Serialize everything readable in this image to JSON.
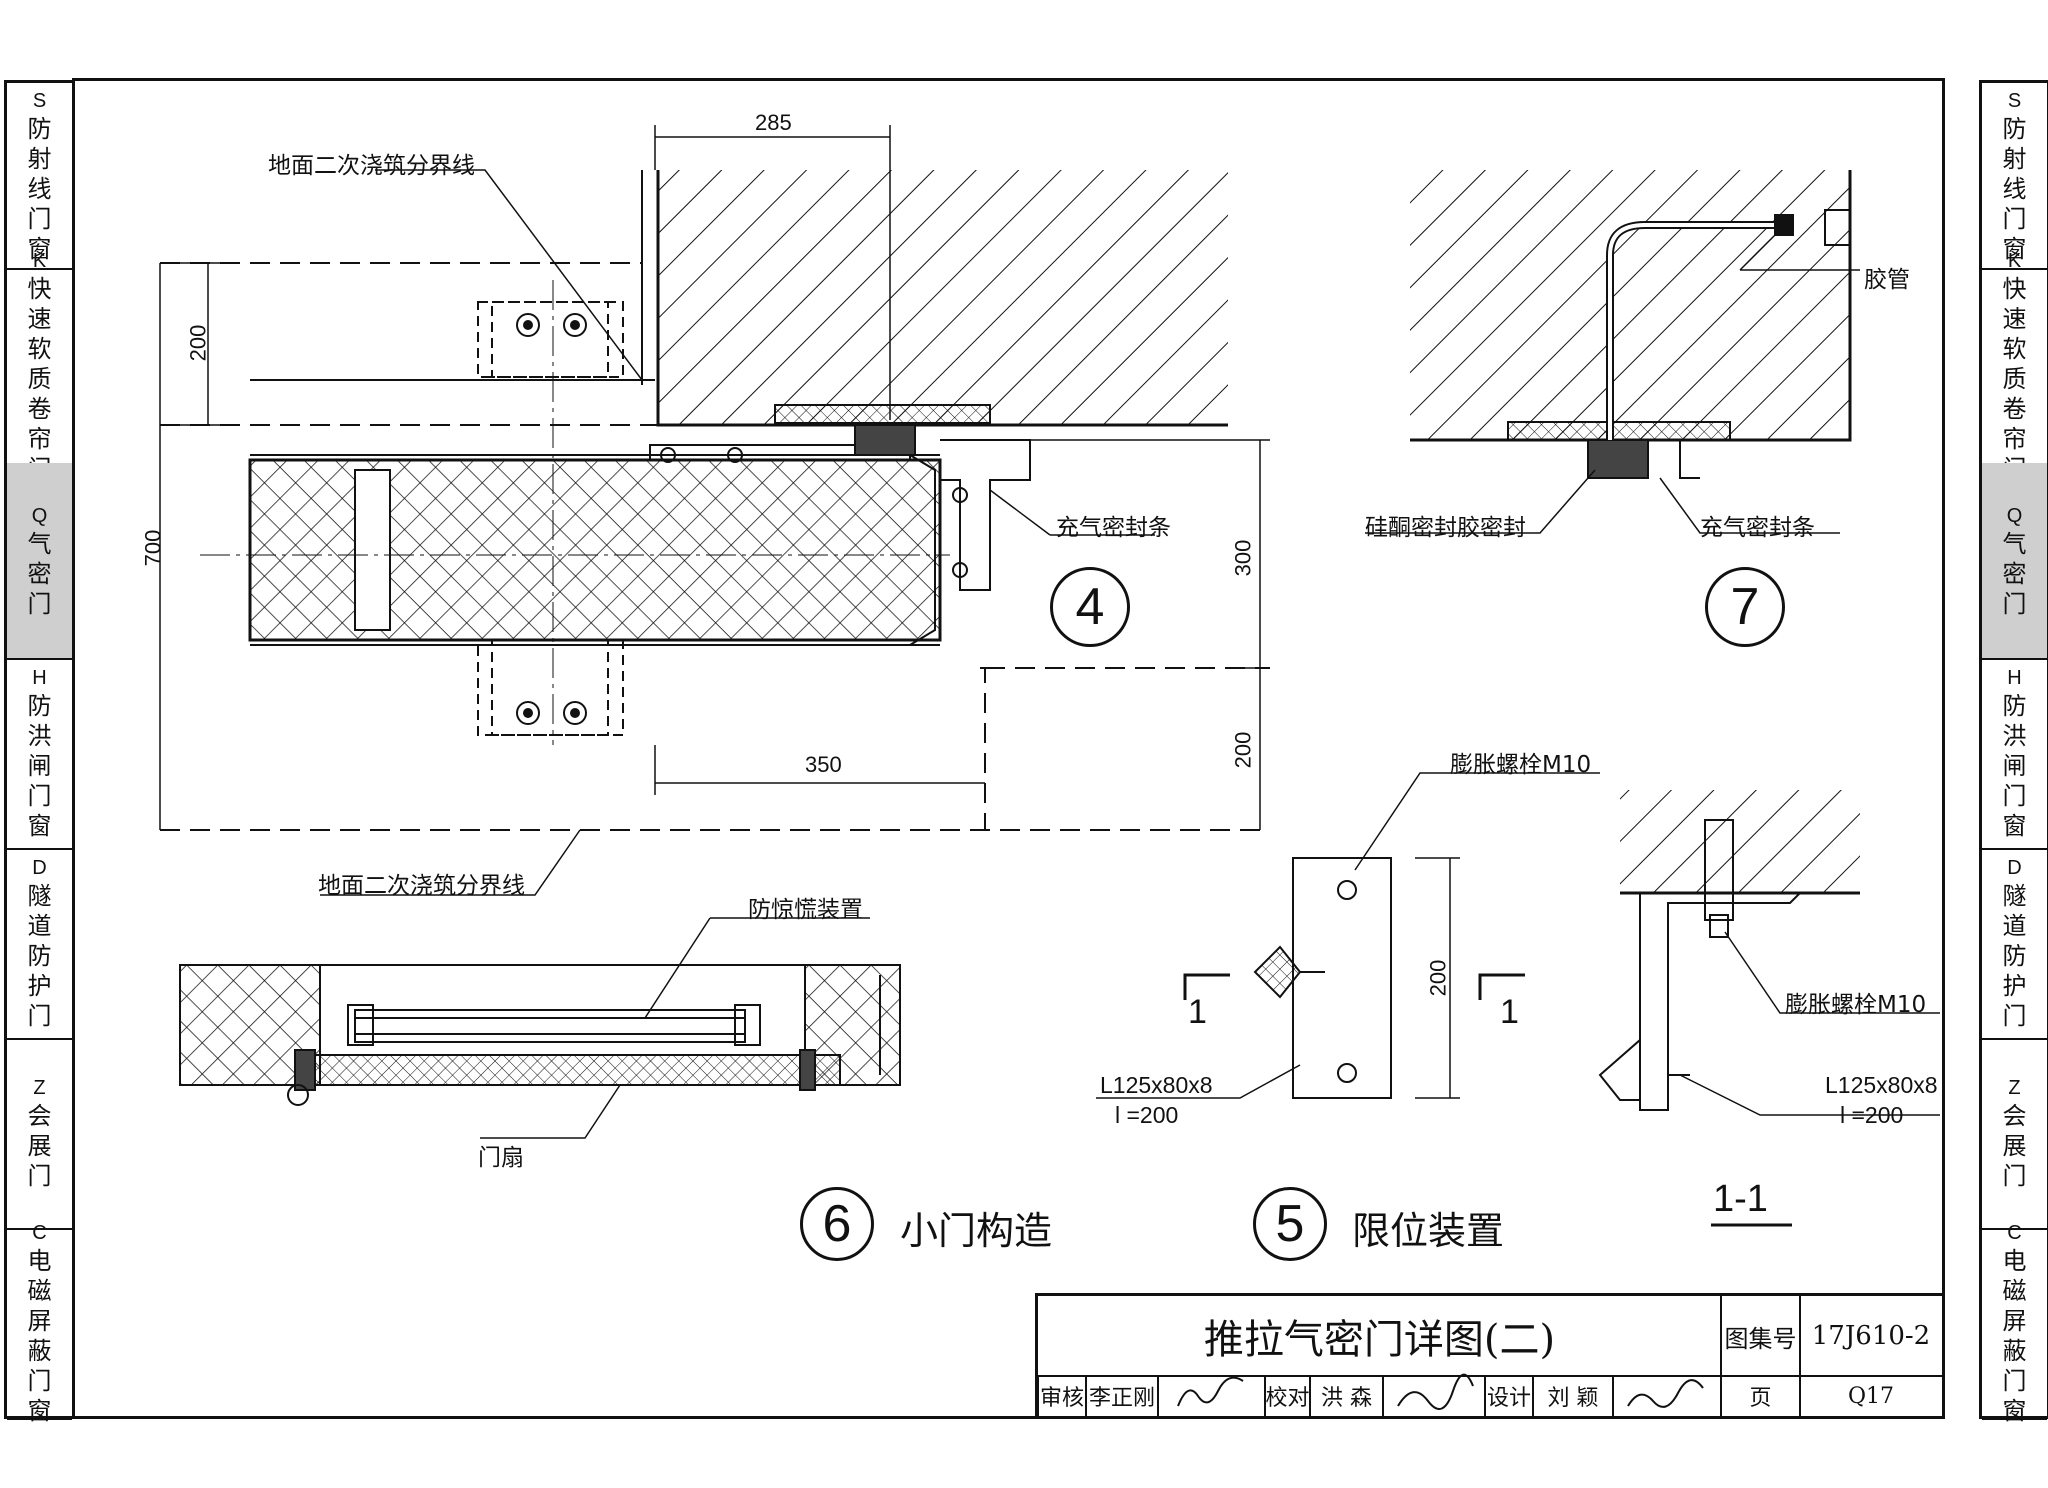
{
  "sidebar_tabs": [
    {
      "code": "S",
      "chars": [
        "防",
        "射",
        "线",
        "门",
        "窗"
      ],
      "active": false
    },
    {
      "code": "K",
      "chars": [
        "快",
        "速",
        "软",
        "质",
        "卷",
        "帘",
        "门"
      ],
      "active": false
    },
    {
      "code": "Q",
      "chars": [
        "气",
        "密",
        "门"
      ],
      "active": true
    },
    {
      "code": "H",
      "chars": [
        "防",
        "洪",
        "闸",
        "门",
        "窗"
      ],
      "active": false
    },
    {
      "code": "D",
      "chars": [
        "隧",
        "道",
        "防",
        "护",
        "门"
      ],
      "active": false
    },
    {
      "code": "Z",
      "chars": [
        "会",
        "展",
        "门"
      ],
      "active": false
    },
    {
      "code": "C",
      "chars": [
        "电",
        "磁",
        "屏",
        "蔽",
        "门",
        "窗"
      ],
      "active": false
    }
  ],
  "labels": {
    "ground_line_top": "地面二次浇筑分界线",
    "ground_line_bottom": "地面二次浇筑分界线",
    "inflatable_seal_4": "充气密封条",
    "hose": "胶管",
    "silicone_seal": "硅酮密封胶密封",
    "inflatable_seal_7": "充气密封条",
    "anti_panic": "防惊慌装置",
    "door_leaf": "门扇",
    "expansion_bolt_5": "膨胀螺栓M10",
    "expansion_bolt_11": "膨胀螺栓M10",
    "angle_5": "L125x80x8",
    "angle_5_len": "l =200",
    "angle_11": "L125x80x8",
    "angle_11_len": "l =200",
    "section_mark": "1"
  },
  "dimensions": {
    "d285": "285",
    "d200a": "200",
    "d700": "700",
    "d300": "300",
    "d200b": "200",
    "d350": "350",
    "d200c": "200"
  },
  "details": {
    "d4": "4",
    "d7": "7",
    "d6": "6",
    "d5": "5",
    "d6_title": "小门构造",
    "d5_title": "限位装置",
    "section_title": "1-1"
  },
  "title_block": {
    "title": "推拉气密门详图(二)",
    "atlas_label": "图集号",
    "atlas_no": "17J610-2",
    "review_label": "审核",
    "reviewer": "李正刚",
    "check_label": "校对",
    "checker": "洪  森",
    "design_label": "设计",
    "designer": "刘  颖",
    "page_label": "页",
    "page_no": "Q17"
  }
}
